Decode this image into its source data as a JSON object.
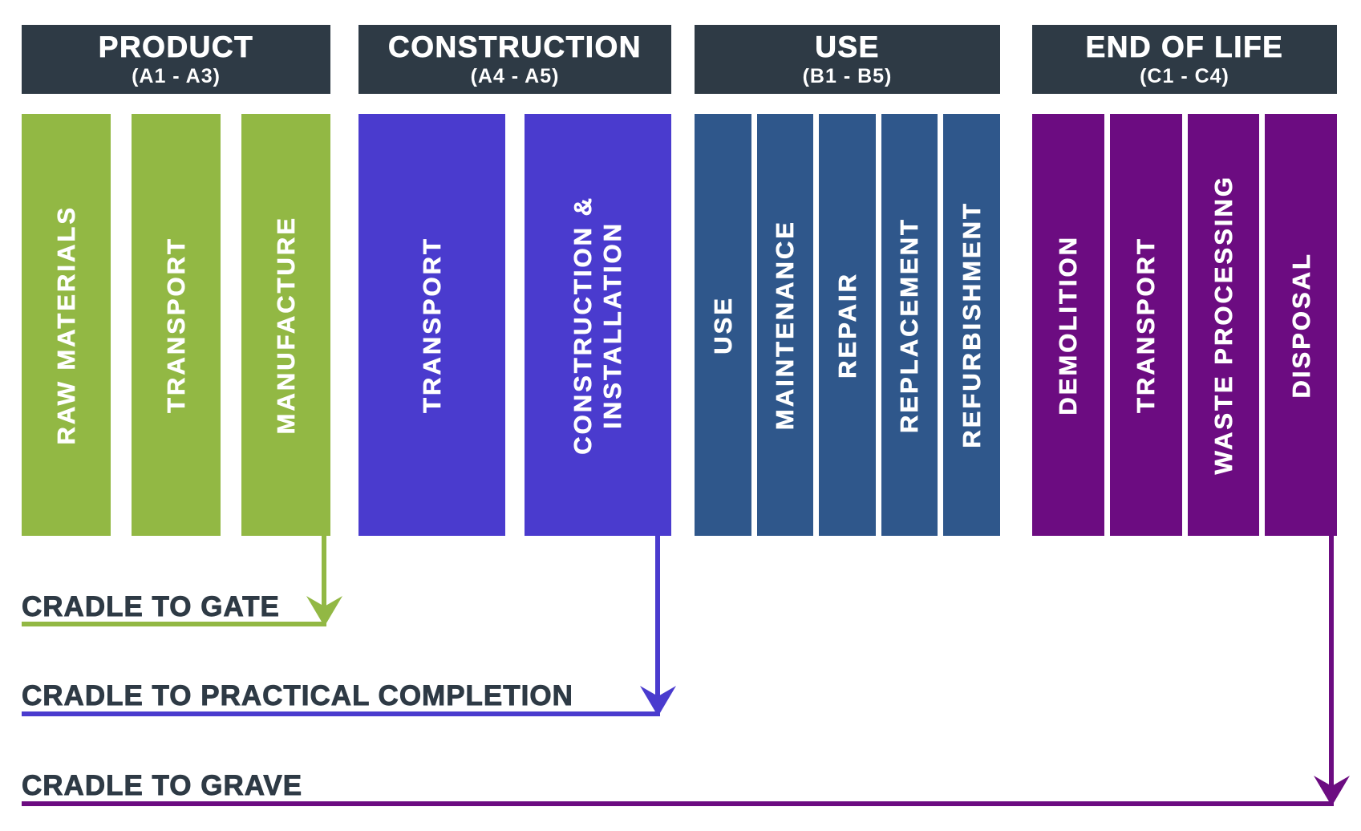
{
  "phases": [
    {
      "title": "PRODUCT",
      "range": "(A1 - A3)",
      "columns": [
        {
          "label": "RAW MATERIALS"
        },
        {
          "label": "TRANSPORT"
        },
        {
          "label": "MANUFACTURE"
        }
      ]
    },
    {
      "title": "CONSTRUCTION",
      "range": "(A4 - A5)",
      "columns": [
        {
          "label": "TRANSPORT"
        },
        {
          "label": "CONSTRUCTION &\nINSTALLATION"
        }
      ]
    },
    {
      "title": "USE",
      "range": "(B1 - B5)",
      "columns": [
        {
          "label": "USE"
        },
        {
          "label": "MAINTENANCE"
        },
        {
          "label": "REPAIR"
        },
        {
          "label": "REPLACEMENT"
        },
        {
          "label": "REFURBISHMENT"
        }
      ]
    },
    {
      "title": "END OF LIFE",
      "range": "(C1 - C4)",
      "columns": [
        {
          "label": "DEMOLITION"
        },
        {
          "label": "TRANSPORT"
        },
        {
          "label": "WASTE PROCESSING"
        },
        {
          "label": "DISPOSAL"
        }
      ]
    }
  ],
  "scopes": [
    {
      "label": "CRADLE TO GATE"
    },
    {
      "label": "CRADLE TO PRACTICAL COMPLETION"
    },
    {
      "label": "CRADLE TO GRAVE"
    }
  ],
  "colors": {
    "header_bg": "#2E3A45",
    "text_dark": "#2E3A45",
    "product": "#92B844",
    "construction": "#4A3BCE",
    "use": "#2F578B",
    "end_of_life": "#6C0C81"
  }
}
